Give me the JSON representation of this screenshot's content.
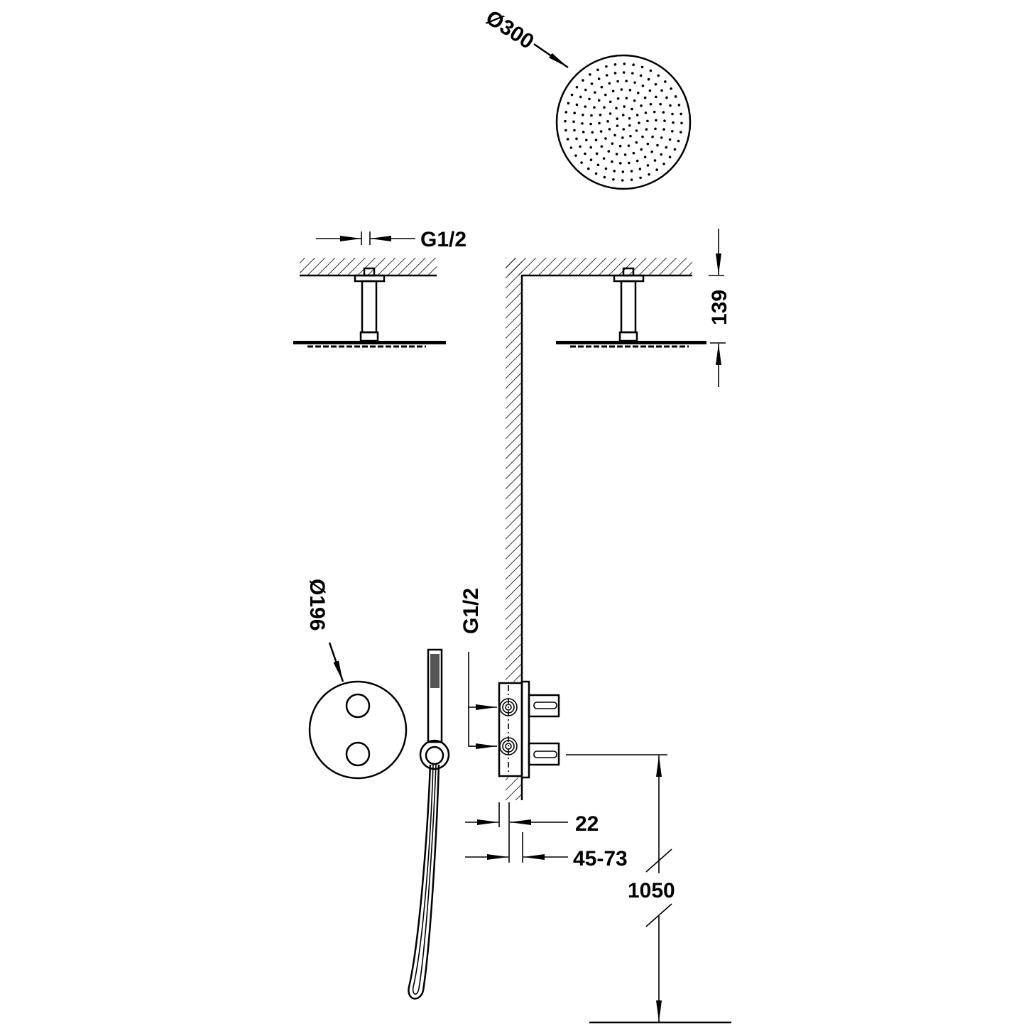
{
  "labels": {
    "overhead_diameter": "Ø300",
    "ceiling_thread": "G1/2",
    "arm_height": "139",
    "mixer_plate_diameter": "Ø196",
    "mixer_thread": "G1/2",
    "plate_offset": "22",
    "recess_depth": "45-73",
    "mixer_height": "1050"
  },
  "colors": {
    "ink": "#000000",
    "background": "#ffffff"
  }
}
